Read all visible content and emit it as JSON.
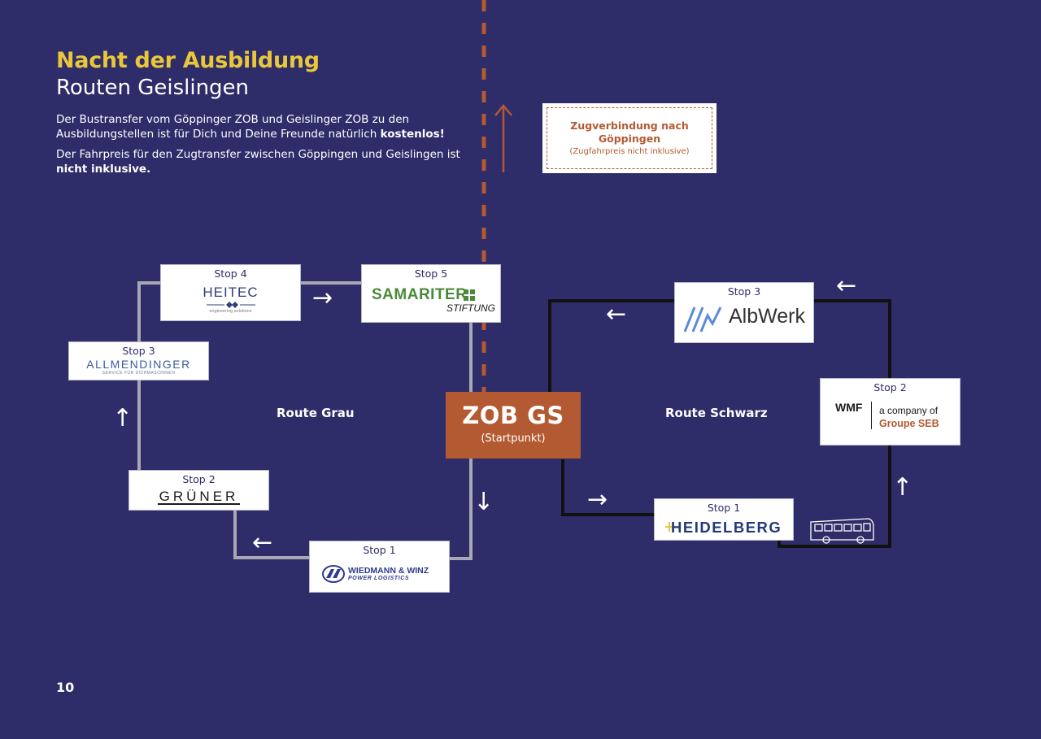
{
  "header": {
    "title": "Nacht der Ausbildung",
    "subtitle": "Routen Geislingen"
  },
  "intro": {
    "p1_text": "Der Bustransfer vom Göppinger ZOB und Geislinger ZOB zu den Ausbildungstellen ist für Dich und Deine Freunde natürlich ",
    "p1_bold": "kostenlos!",
    "p2_text": "Der Fahrpreis für den Zugtransfer zwischen Göppingen und Geislingen ist ",
    "p2_bold": "nicht inklusive."
  },
  "train": {
    "title": "Zugverbindung nach Göppingen",
    "note": "(Zugfahrpreis nicht inklusive)"
  },
  "center": {
    "name": "ZOB GS",
    "note": "(Startpunkt)"
  },
  "route_grau": {
    "label": "Route Grau",
    "stops": [
      {
        "stop": "Stop 1",
        "company": "WIEDMANN & WINZ",
        "tagline": "POWER LOGISTICS"
      },
      {
        "stop": "Stop 2",
        "company": "GRÜNER"
      },
      {
        "stop": "Stop 3",
        "company": "ALLMENDINGER",
        "tagline": "SERVICE FÜR DICHMASCHINEN"
      },
      {
        "stop": "Stop 4",
        "company": "HEITEC",
        "tagline": "engineering solutions"
      },
      {
        "stop": "Stop 5",
        "company": "SAMARITER",
        "tagline": "STIFTUNG"
      }
    ]
  },
  "route_schwarz": {
    "label": "Route Schwarz",
    "stops": [
      {
        "stop": "Stop 1",
        "company": "HEIDELBERG"
      },
      {
        "stop": "Stop 2",
        "company": "WMF",
        "tagline_1": "a company of",
        "tagline_2": "Groupe SEB"
      },
      {
        "stop": "Stop 3",
        "company": "AlbWerk"
      }
    ]
  },
  "icons": [
    "arrow-up-icon",
    "arrow-right-icon",
    "arrow-down-icon",
    "arrow-left-icon",
    "bus-icon"
  ],
  "colors": {
    "background": "#2e2c69",
    "title": "#e8c83a",
    "accent": "#b35a32",
    "route_grau": "#a8a8b4",
    "route_schwarz": "#111111"
  },
  "page": {
    "number": "10"
  }
}
